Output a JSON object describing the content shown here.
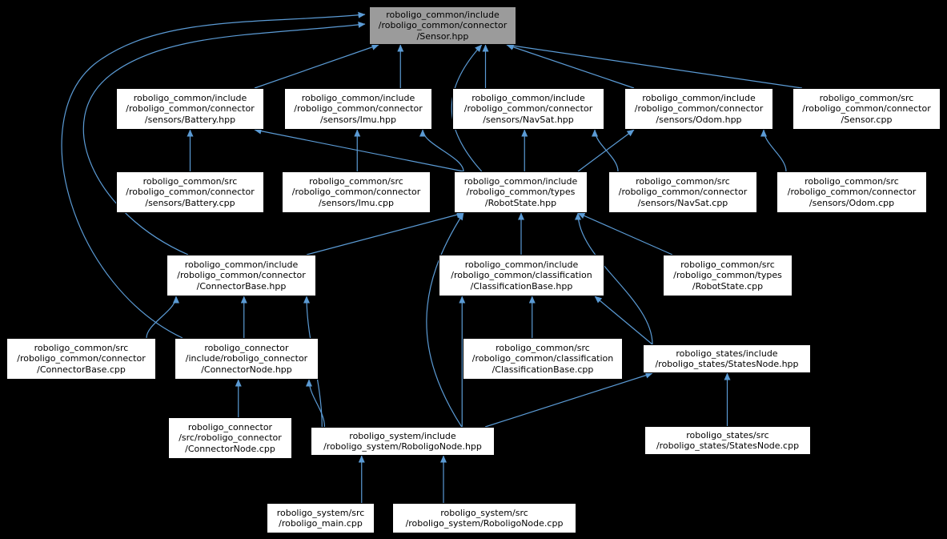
{
  "graph_title": "Include dependency graph for Sensor.hpp",
  "colors": {
    "background": "#000000",
    "node_fill": "#ffffff",
    "node_border": "#000000",
    "highlight_fill": "#9b9b9b",
    "edge": "#5b9bd5",
    "text": "#000000"
  },
  "nodes": {
    "sensor_hpp": {
      "label": "roboligo_common/include\n/roboligo_common/connector\n/Sensor.hpp"
    },
    "battery_hpp": {
      "label": "roboligo_common/include\n/roboligo_common/connector\n/sensors/Battery.hpp"
    },
    "imu_hpp": {
      "label": "roboligo_common/include\n/roboligo_common/connector\n/sensors/Imu.hpp"
    },
    "navsat_hpp": {
      "label": "roboligo_common/include\n/roboligo_common/connector\n/sensors/NavSat.hpp"
    },
    "odom_hpp": {
      "label": "roboligo_common/include\n/roboligo_common/connector\n/sensors/Odom.hpp"
    },
    "sensor_cpp": {
      "label": "roboligo_common/src\n/roboligo_common/connector\n/Sensor.cpp"
    },
    "battery_cpp": {
      "label": "roboligo_common/src\n/roboligo_common/connector\n/sensors/Battery.cpp"
    },
    "imu_cpp": {
      "label": "roboligo_common/src\n/roboligo_common/connector\n/sensors/Imu.cpp"
    },
    "robotstate_hpp": {
      "label": "roboligo_common/include\n/roboligo_common/types\n/RobotState.hpp"
    },
    "navsat_cpp": {
      "label": "roboligo_common/src\n/roboligo_common/connector\n/sensors/NavSat.cpp"
    },
    "odom_cpp": {
      "label": "roboligo_common/src\n/roboligo_common/connector\n/sensors/Odom.cpp"
    },
    "connectorbase_hpp": {
      "label": "roboligo_common/include\n/roboligo_common/connector\n/ConnectorBase.hpp"
    },
    "classificationbase_hpp": {
      "label": "roboligo_common/include\n/roboligo_common/classification\n/ClassificationBase.hpp"
    },
    "robotstate_cpp": {
      "label": "roboligo_common/src\n/roboligo_common/types\n/RobotState.cpp"
    },
    "connectorbase_cpp": {
      "label": "roboligo_common/src\n/roboligo_common/connector\n/ConnectorBase.cpp"
    },
    "connectornode_hpp": {
      "label": "roboligo_connector\n/include/roboligo_connector\n/ConnectorNode.hpp"
    },
    "classificationbase_cpp": {
      "label": "roboligo_common/src\n/roboligo_common/classification\n/ClassificationBase.cpp"
    },
    "statesnode_hpp": {
      "label": "roboligo_states/include\n/roboligo_states/StatesNode.hpp"
    },
    "connectornode_cpp": {
      "label": "roboligo_connector\n/src/roboligo_connector\n/ConnectorNode.cpp"
    },
    "roboligonode_hpp": {
      "label": "roboligo_system/include\n/roboligo_system/RoboligoNode.hpp"
    },
    "statesnode_cpp": {
      "label": "roboligo_states/src\n/roboligo_states/StatesNode.cpp"
    },
    "main_cpp": {
      "label": "roboligo_system/src\n/roboligo_main.cpp"
    },
    "roboligonode_cpp": {
      "label": "roboligo_system/src\n/roboligo_system/RoboligoNode.cpp"
    }
  },
  "edges": [
    {
      "from": "battery_hpp",
      "to": "sensor_hpp"
    },
    {
      "from": "imu_hpp",
      "to": "sensor_hpp"
    },
    {
      "from": "navsat_hpp",
      "to": "sensor_hpp"
    },
    {
      "from": "odom_hpp",
      "to": "sensor_hpp"
    },
    {
      "from": "sensor_cpp",
      "to": "sensor_hpp"
    },
    {
      "from": "robotstate_hpp",
      "to": "sensor_hpp"
    },
    {
      "from": "connectorbase_hpp",
      "to": "sensor_hpp"
    },
    {
      "from": "connectornode_hpp",
      "to": "sensor_hpp"
    },
    {
      "from": "battery_cpp",
      "to": "battery_hpp"
    },
    {
      "from": "robotstate_hpp",
      "to": "battery_hpp"
    },
    {
      "from": "imu_cpp",
      "to": "imu_hpp"
    },
    {
      "from": "robotstate_hpp",
      "to": "imu_hpp"
    },
    {
      "from": "navsat_cpp",
      "to": "navsat_hpp"
    },
    {
      "from": "robotstate_hpp",
      "to": "navsat_hpp"
    },
    {
      "from": "odom_cpp",
      "to": "odom_hpp"
    },
    {
      "from": "robotstate_hpp",
      "to": "odom_hpp"
    },
    {
      "from": "connectorbase_hpp",
      "to": "robotstate_hpp"
    },
    {
      "from": "classificationbase_hpp",
      "to": "robotstate_hpp"
    },
    {
      "from": "robotstate_cpp",
      "to": "robotstate_hpp"
    },
    {
      "from": "statesnode_hpp",
      "to": "robotstate_hpp"
    },
    {
      "from": "roboligonode_hpp",
      "to": "robotstate_hpp"
    },
    {
      "from": "connectorbase_cpp",
      "to": "connectorbase_hpp"
    },
    {
      "from": "connectornode_hpp",
      "to": "connectorbase_hpp"
    },
    {
      "from": "roboligonode_hpp",
      "to": "connectorbase_hpp"
    },
    {
      "from": "classificationbase_cpp",
      "to": "classificationbase_hpp"
    },
    {
      "from": "statesnode_hpp",
      "to": "classificationbase_hpp"
    },
    {
      "from": "roboligonode_hpp",
      "to": "classificationbase_hpp"
    },
    {
      "from": "connectornode_cpp",
      "to": "connectornode_hpp"
    },
    {
      "from": "roboligonode_hpp",
      "to": "connectornode_hpp"
    },
    {
      "from": "statesnode_cpp",
      "to": "statesnode_hpp"
    },
    {
      "from": "roboligonode_hpp",
      "to": "statesnode_hpp"
    },
    {
      "from": "main_cpp",
      "to": "roboligonode_hpp"
    },
    {
      "from": "roboligonode_cpp",
      "to": "roboligonode_hpp"
    }
  ]
}
